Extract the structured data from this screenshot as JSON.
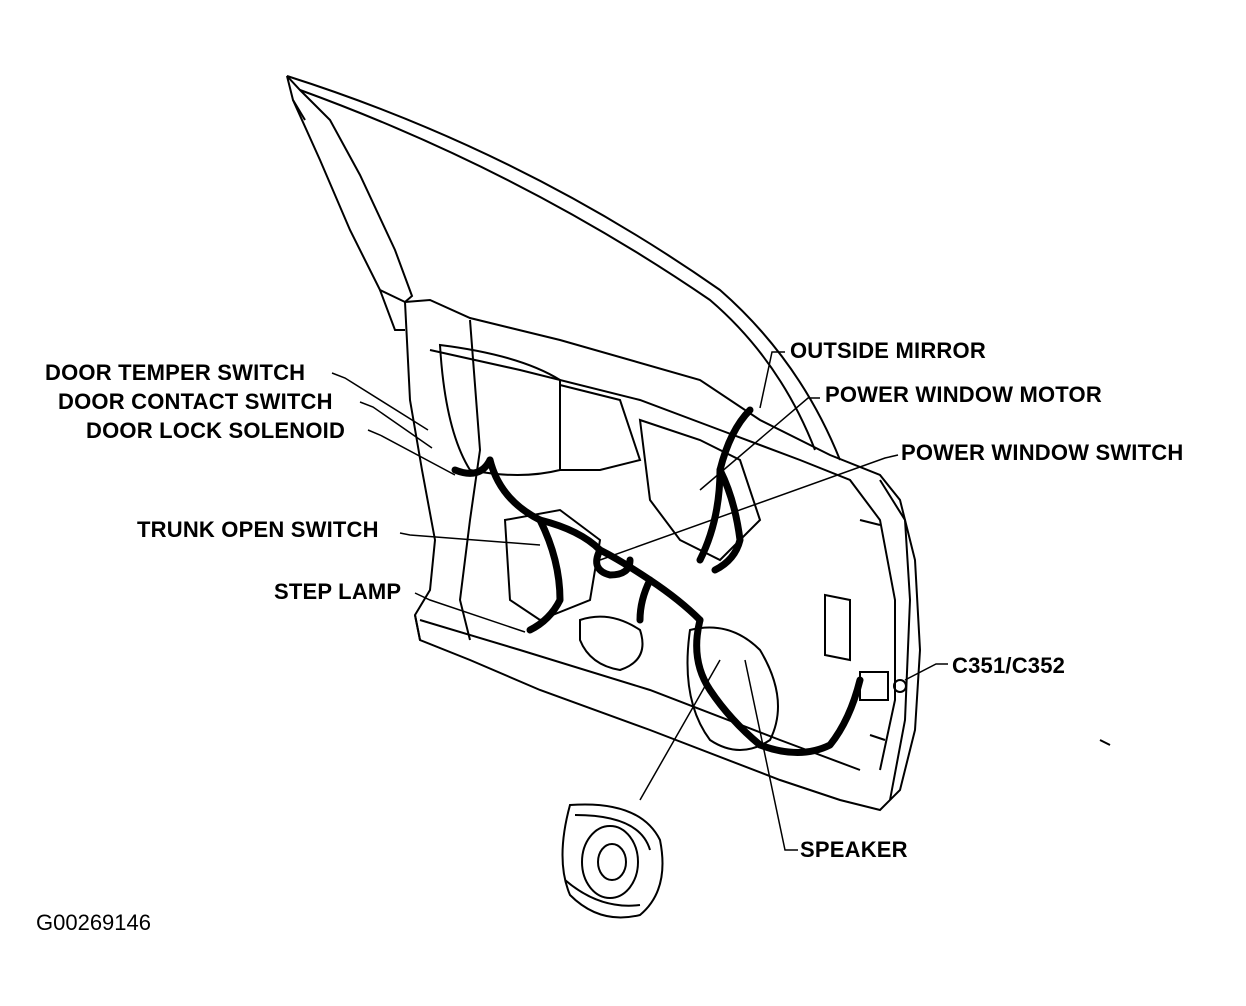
{
  "figure_id": "G00269146",
  "colors": {
    "line": "#000000",
    "background": "#ffffff"
  },
  "labels": {
    "door_temper_switch": "DOOR TEMPER SWITCH",
    "door_contact_switch": "DOOR CONTACT SWITCH",
    "door_lock_solenoid": "DOOR LOCK SOLENOID",
    "trunk_open_switch": "TRUNK OPEN SWITCH",
    "step_lamp": "STEP LAMP",
    "outside_mirror": "OUTSIDE MIRROR",
    "power_window_motor": "POWER WINDOW MOTOR",
    "power_window_switch": "POWER WINDOW SWITCH",
    "connector": "C351/C352",
    "speaker": "SPEAKER"
  }
}
